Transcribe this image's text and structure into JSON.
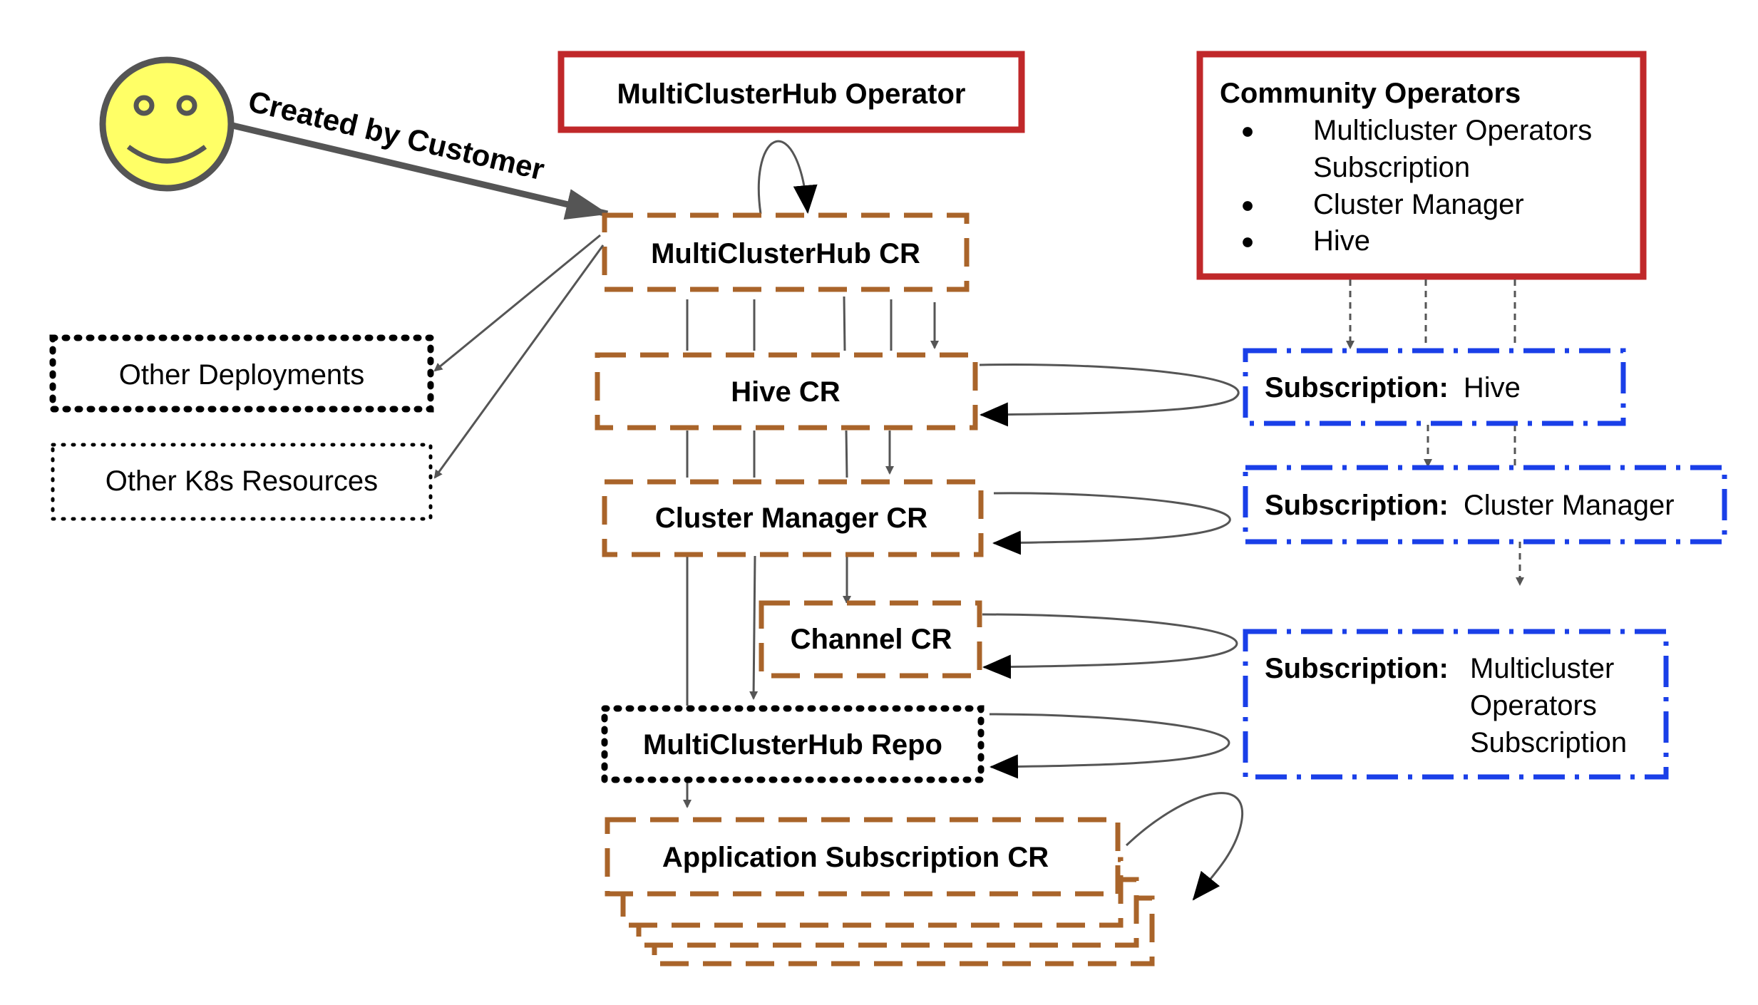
{
  "creator": {
    "icon": "smiley-face-icon",
    "edge_label": "Created by Customer"
  },
  "boxes": {
    "mch_operator": "MultiClusterHub Operator",
    "mch_cr": "MultiClusterHub CR",
    "other_deployments": "Other Deployments",
    "other_k8s": "Other K8s Resources",
    "hive_cr": "Hive CR",
    "cluster_manager_cr": "Cluster Manager CR",
    "channel_cr": "Channel CR",
    "mch_repo": "MultiClusterHub Repo",
    "app_sub_cr": "Application Subscription CR"
  },
  "community": {
    "title": "Community Operators",
    "bullet": "●",
    "items": [
      [
        "Multicluster Operators",
        "Subscription"
      ],
      [
        "Cluster Manager"
      ],
      [
        "Hive"
      ]
    ]
  },
  "subscriptions": {
    "prefix": "Subscription:",
    "hive": "Hive",
    "cluster_manager": "Cluster Manager",
    "multicluster": [
      "Multicluster",
      "Operators",
      "Subscription"
    ]
  },
  "colors": {
    "operator_border": "#c0282a",
    "cr_border": "#a9642a",
    "subscription_border": "#1a3fe8",
    "smiley_fill": "#ffff66",
    "smiley_stroke": "#555555",
    "edge": "#555555"
  }
}
